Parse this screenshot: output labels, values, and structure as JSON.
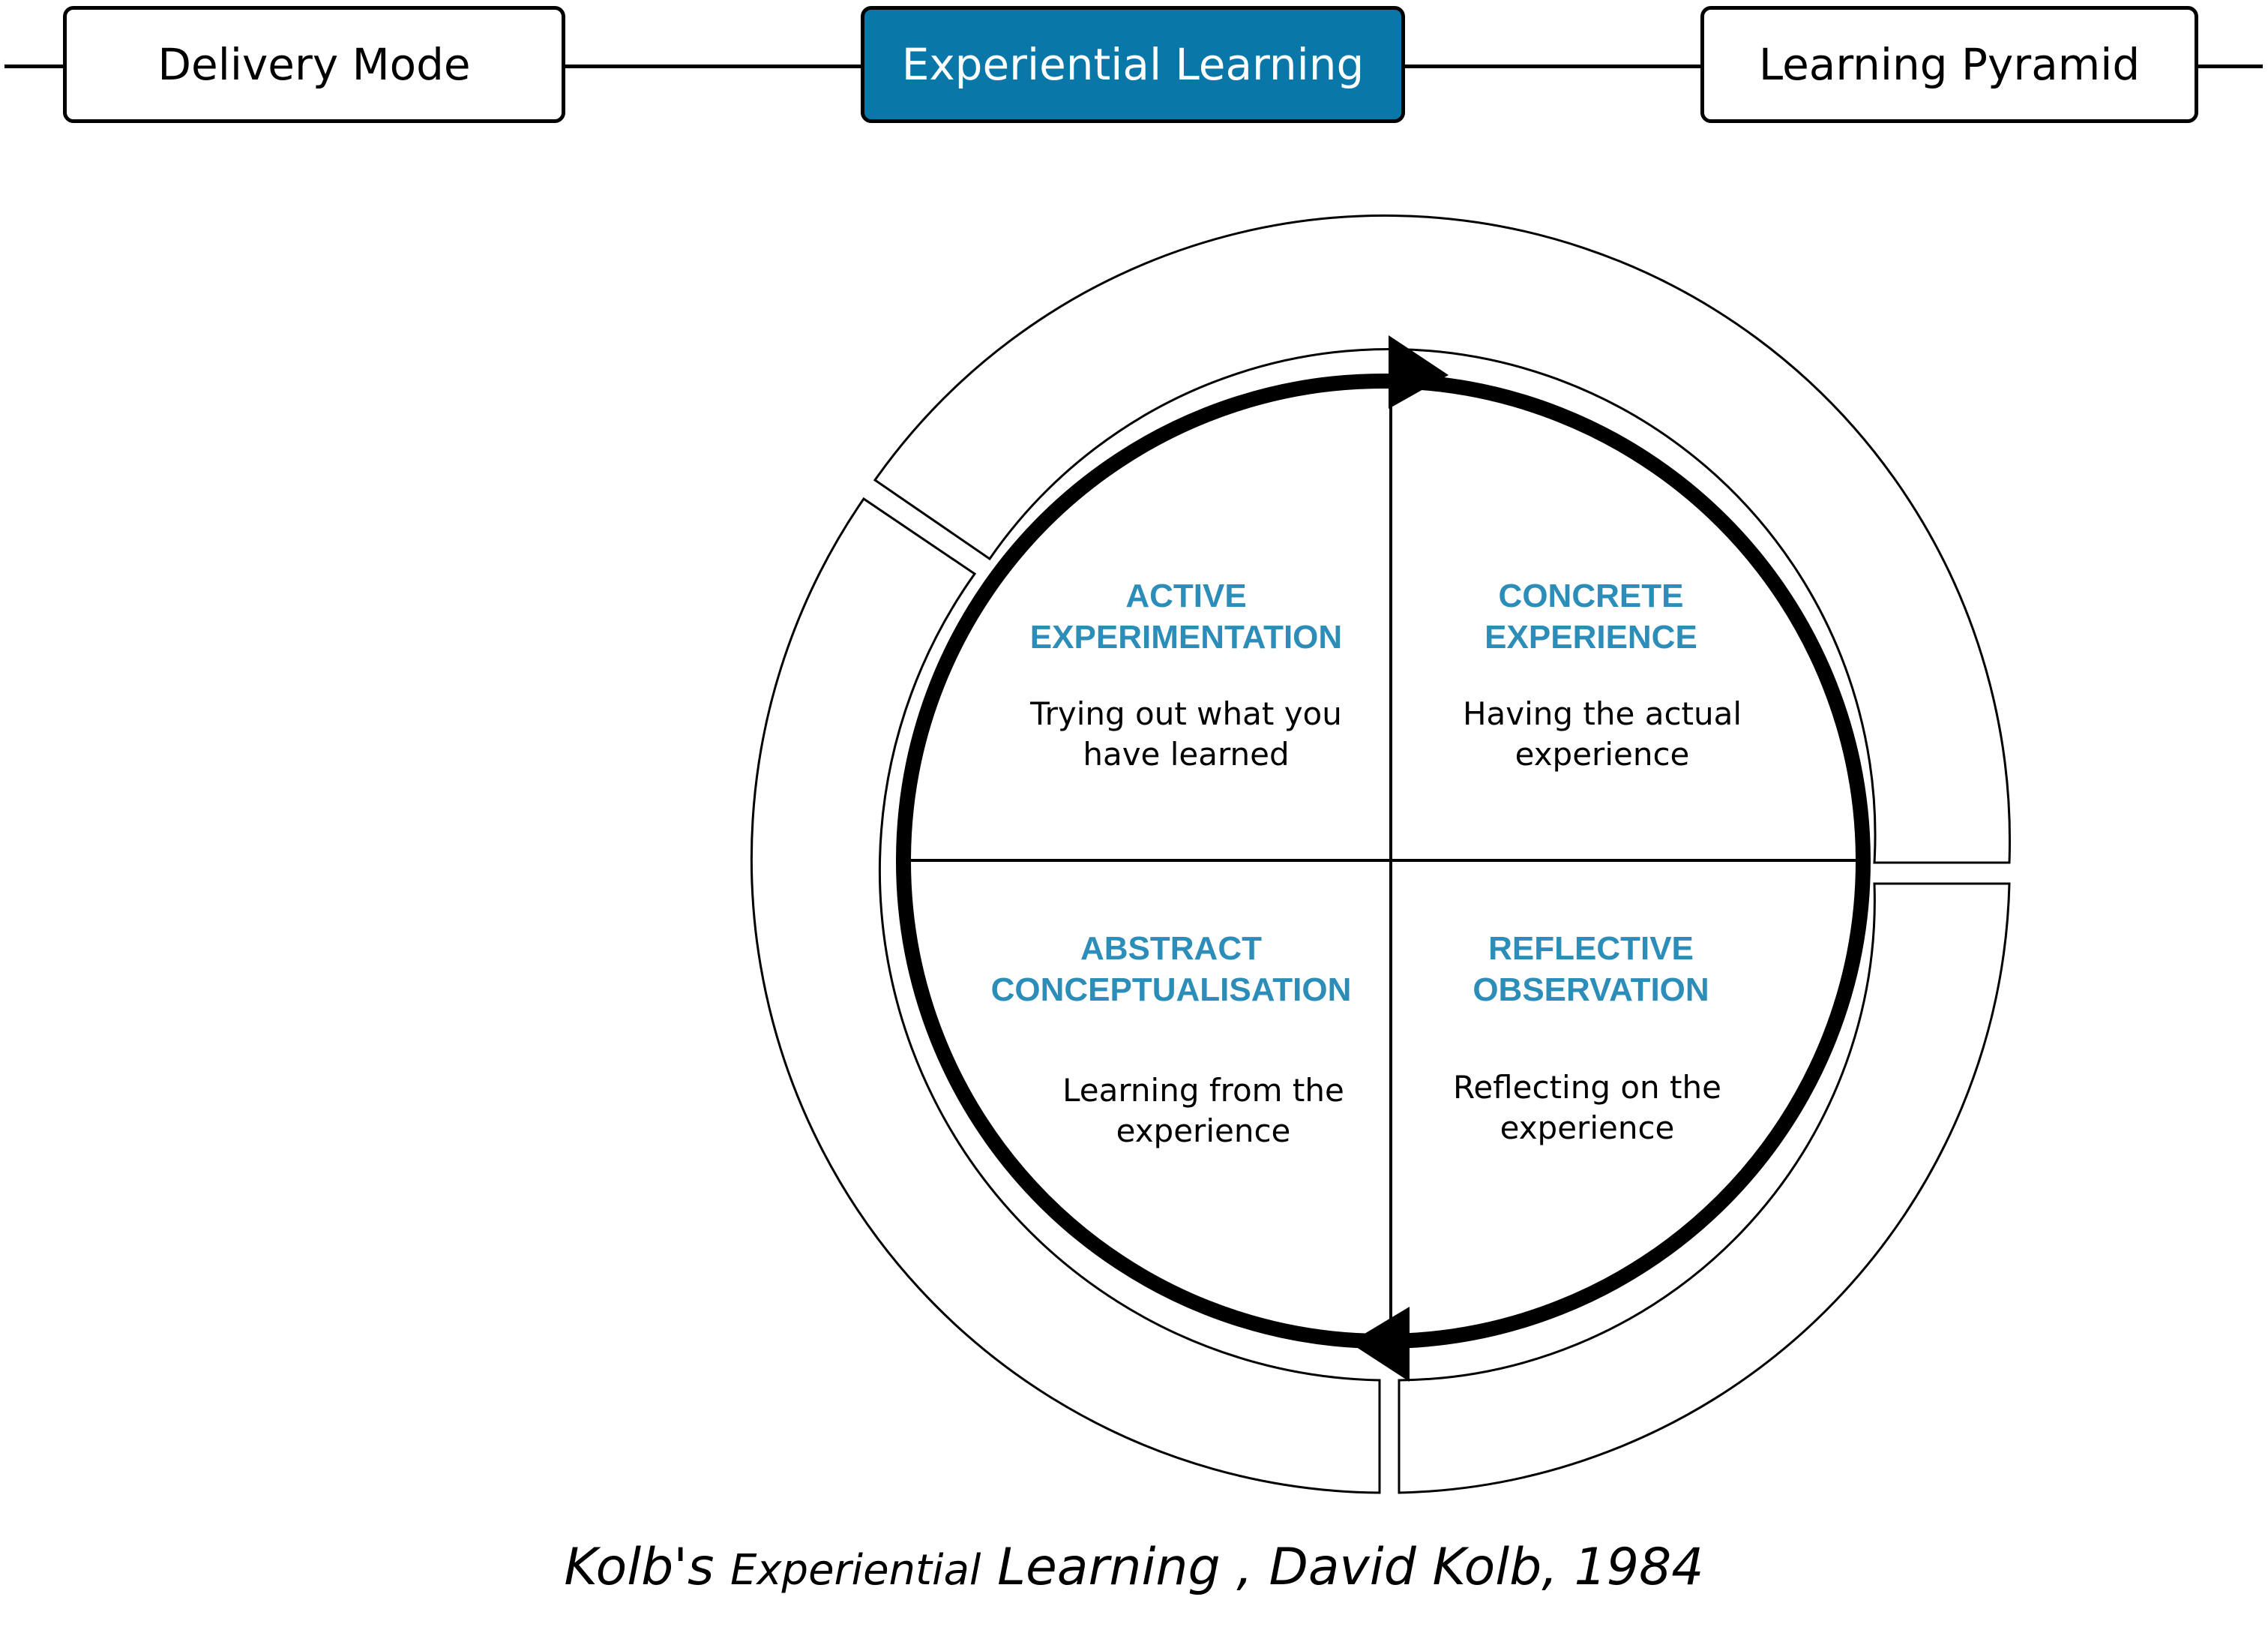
{
  "nav": {
    "tabs": [
      {
        "label": "Delivery Mode",
        "active": false
      },
      {
        "label": "Experiential Learning",
        "active": true
      },
      {
        "label": "Learning Pyramid",
        "active": false
      }
    ],
    "active_color": "#0a77a9"
  },
  "quadrants": {
    "active": {
      "title_line1": "ACTIVE",
      "title_line2": "EXPERIMENTATION",
      "desc_line1": "Trying out what you",
      "desc_line2": "have learned"
    },
    "concrete": {
      "title_line1": "CONCRETE",
      "title_line2": "EXPERIENCE",
      "desc_line1": "Having the actual",
      "desc_line2": "experience"
    },
    "abstract": {
      "title_line1": "ABSTRACT",
      "title_line2": "CONCEPTUALISATION",
      "desc_line1": "Learning from the",
      "desc_line2": "experience"
    },
    "reflective": {
      "title_line1": "REFLECTIVE",
      "title_line2": "OBSERVATION",
      "desc_line1": "Reflecting on the",
      "desc_line2": "experience"
    }
  },
  "colors": {
    "title": "#2c8db8",
    "stroke": "#000000"
  },
  "caption": {
    "part1": "Kolb's ",
    "part2": "Experiential",
    "part3": " Learning , David Kolb, 1984"
  }
}
